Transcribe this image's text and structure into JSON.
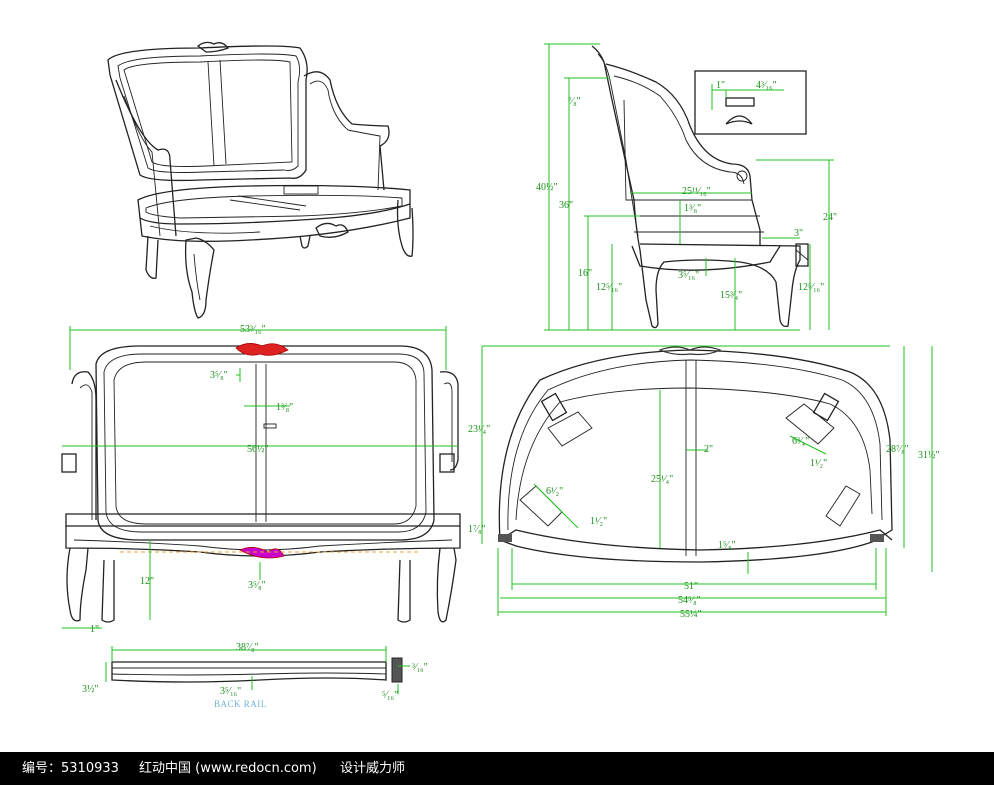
{
  "views": {
    "side": {
      "dims": {
        "total_height": "40½\"",
        "height_36": "36\"",
        "arm_24": "24\"",
        "seat_16": "16\"",
        "leg_12_5_16": "12⁵⁄₁₆\"",
        "leg_12_5_16_right": "12⁵⁄₁₆\"",
        "back_7_8": "⁷⁄₈\"",
        "depth_25": "25¹¹⁄₁₆\"",
        "rail_1_3_8": "1³⁄₈\"",
        "rail_3": "3\"",
        "apron_3_5_16": "3⁵⁄₁₆\"",
        "leg_15_3_4": "15³⁄₄\""
      },
      "detail": {
        "d1": "1\"",
        "d2": "4³⁄₁₆\""
      }
    },
    "front": {
      "dims": {
        "overall_width": "53³⁄₁₆\"",
        "inner_width": "56½\"",
        "crest": "3⁵⁄₈\"",
        "stile": "1³⁄₈\"",
        "apron": "3⁵⁄₈\"",
        "seat_rail": "12\"",
        "leg": "1\""
      }
    },
    "top": {
      "dims": {
        "depth_23": "23¹⁄₄\"",
        "depth_25": "25¹⁄₄\"",
        "center": "2\"",
        "block1": "6¹⁄₂\"",
        "block2": "1¹⁄₂\"",
        "block3": "6³⁄₄\"",
        "block4": "1¹⁄₂\"",
        "front_rail": "1⁵⁄₈\"",
        "side": "1⁷⁄₈\"",
        "inner_depth": "28⁷⁄₈\"",
        "outer_depth": "31½\"",
        "w51": "51\"",
        "w54": "54⁵⁄₈\"",
        "w55": "55¼\""
      }
    },
    "rail": {
      "dims": {
        "length": "38⁷⁄₈\"",
        "height": "3½\"",
        "mid": "3⁵⁄₁₆\"",
        "sec_a": "³⁄₁₆\"",
        "sec_b": "⁵⁄₁₆\""
      },
      "label": "BACK RAIL"
    }
  },
  "footer": {
    "id_text": "编号：5310933",
    "site_text": "红动中国 (www.redocn.com)",
    "tag_text": "设计威力师"
  }
}
